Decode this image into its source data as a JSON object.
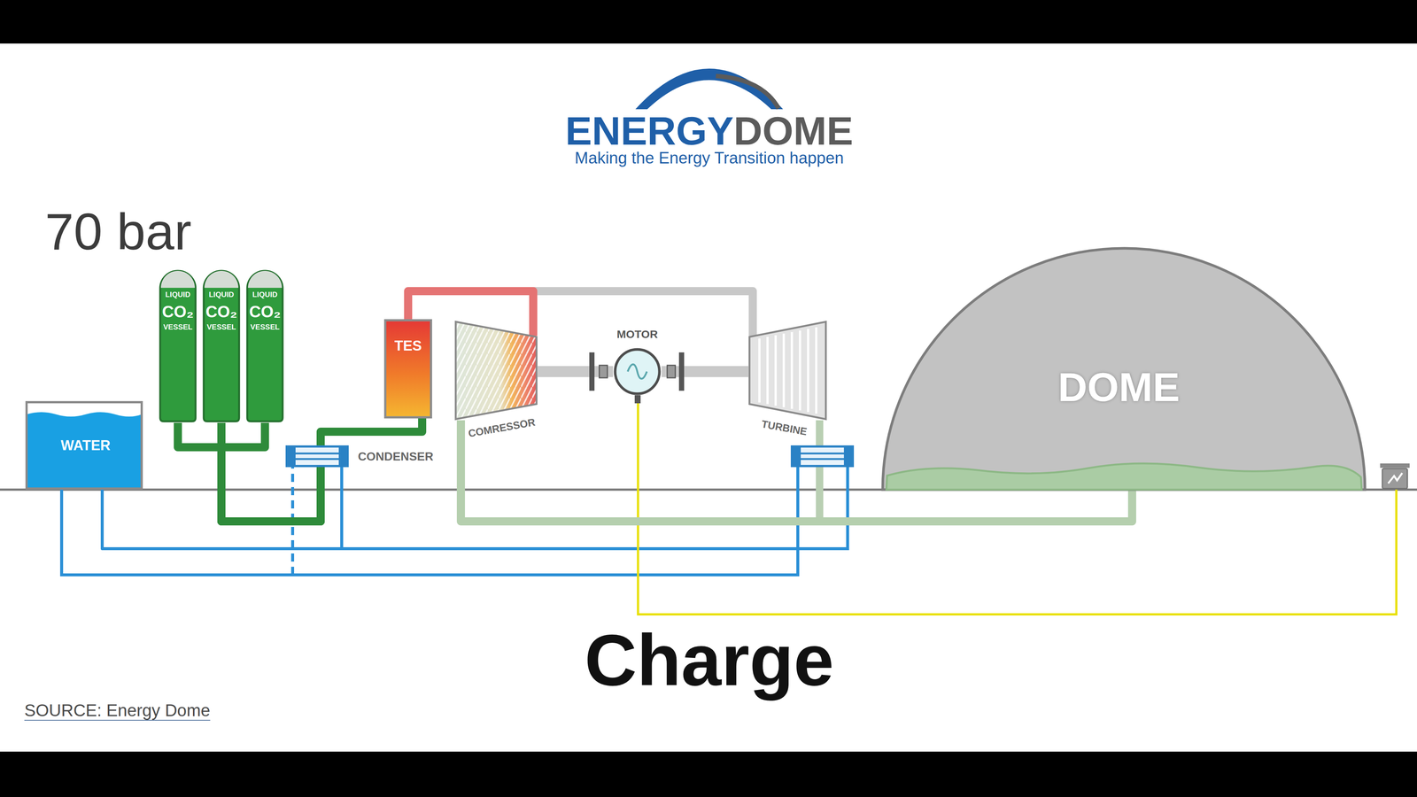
{
  "diagram": {
    "nodes": [
      {
        "text": [
          "WATER"
        ]
      },
      {
        "text": [
          "LIQUID",
          "CO₂",
          "VESSEL"
        ]
      },
      {
        "text": [
          "LIQUID",
          "CO₂",
          "VESSEL"
        ]
      },
      {
        "text": [
          "LIQUID",
          "CO₂",
          "VESSEL"
        ]
      },
      {
        "text": [
          "TES"
        ]
      },
      {
        "text": [
          "CONDENSER"
        ]
      },
      {
        "text": [
          "COMRESSOR"
        ]
      },
      {
        "text": [
          "MOTOR"
        ]
      },
      {
        "text": [
          "TURBINE"
        ]
      },
      {
        "text": [
          "DOME"
        ]
      }
    ],
    "edges": [
      {
        "from": 1,
        "to": 5,
        "arrow": "none"
      },
      {
        "from": 2,
        "to": 5,
        "arrow": "none"
      },
      {
        "from": 3,
        "to": 5,
        "arrow": "none"
      },
      {
        "from": 5,
        "to": 4,
        "arrow": "none"
      },
      {
        "from": 4,
        "to": 6,
        "arrow": "none"
      },
      {
        "from": 6,
        "to": 8,
        "arrow": "none"
      },
      {
        "from": 9,
        "to": 6,
        "arrow": "none"
      },
      {
        "from": 0,
        "to": 5,
        "arrow": "none"
      },
      {
        "from": 6,
        "to": 7,
        "arrow": "none"
      },
      {
        "from": 7,
        "to": 8,
        "arrow": "none"
      }
    ],
    "labels": [
      "ENERGY",
      "DOME",
      "Making the Energy Transition happen",
      "70 bar",
      "Charge",
      "SOURCE: Energy Dome"
    ]
  }
}
